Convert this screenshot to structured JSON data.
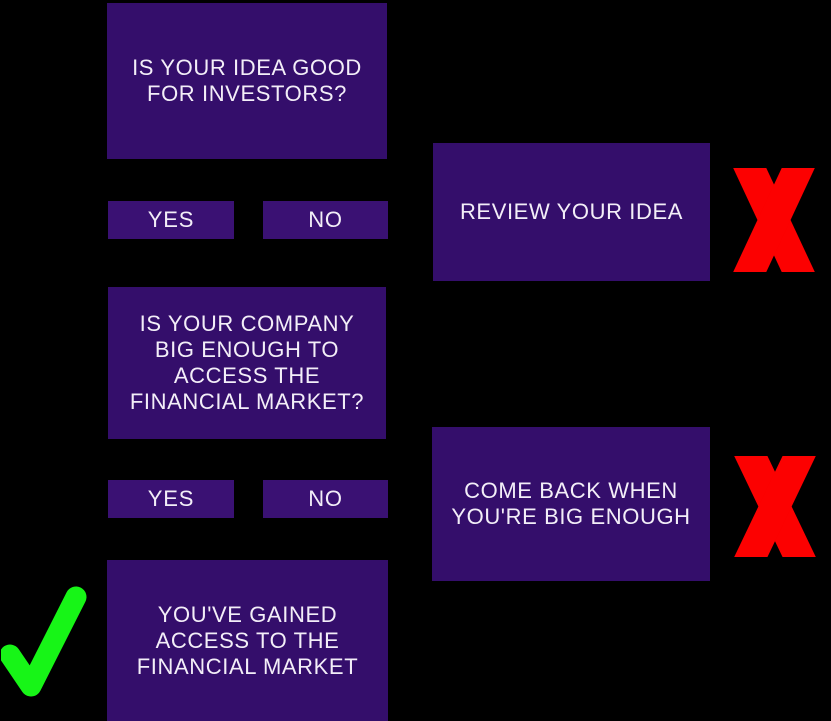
{
  "flowchart": {
    "question1": {
      "lines": [
        "IS YOUR IDEA GOOD",
        "FOR INVESTORS?"
      ],
      "yes_label": "YES",
      "no_label": "NO"
    },
    "outcome1": {
      "lines": [
        "REVIEW YOUR IDEA"
      ],
      "icon": "x-mark-icon"
    },
    "question2": {
      "lines": [
        "IS YOUR COMPANY",
        "BIG ENOUGH TO",
        "ACCESS THE",
        "FINANCIAL MARKET?"
      ],
      "yes_label": "YES",
      "no_label": "NO"
    },
    "outcome2": {
      "lines": [
        "COME BACK WHEN",
        "YOU'RE BIG ENOUGH"
      ],
      "icon": "x-mark-icon"
    },
    "result": {
      "lines": [
        "YOU'VE GAINED",
        "ACCESS TO THE",
        "FINANCIAL MARKET"
      ],
      "icon": "check-mark-icon"
    },
    "colors": {
      "background": "#000000",
      "box_purple": "#340e6b",
      "button_purple": "#3a1173",
      "text": "#f3eef8",
      "x_red": "#fc0101",
      "check_green": "#17f517"
    }
  }
}
